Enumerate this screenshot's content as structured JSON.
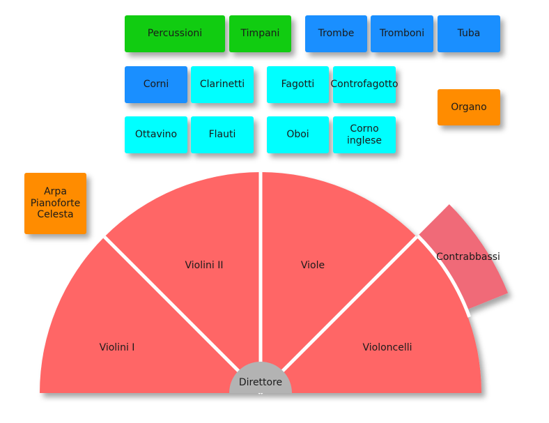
{
  "colors": {
    "percussion": "#11cc11",
    "brass": "#1a8fff",
    "woodwind": "#00ffff",
    "keyboard": "#ff8c00",
    "strings": "#ff6666",
    "contrabass": "#f06a78",
    "conductor": "#b3b3b3"
  },
  "boxes": {
    "percussioni": "Percussioni",
    "timpani": "Timpani",
    "trombe": "Trombe",
    "tromboni": "Tromboni",
    "tuba": "Tuba",
    "corni": "Corni",
    "clarinetti": "Clarinetti",
    "fagotti": "Fagotti",
    "controfagotto": "Controfagotto",
    "organo": "Organo",
    "ottavino": "Ottavino",
    "flauti": "Flauti",
    "oboi": "Oboi",
    "corno_inglese": "Corno inglese",
    "arpa": "Arpa\nPianoforte\nCelesta"
  },
  "strings": {
    "violini_1": "Violini I",
    "violini_2": "Violini II",
    "viole": "Viole",
    "violoncelli": "Violoncelli",
    "contrabbassi": "Contrabbassi",
    "direttore": "Direttore"
  }
}
